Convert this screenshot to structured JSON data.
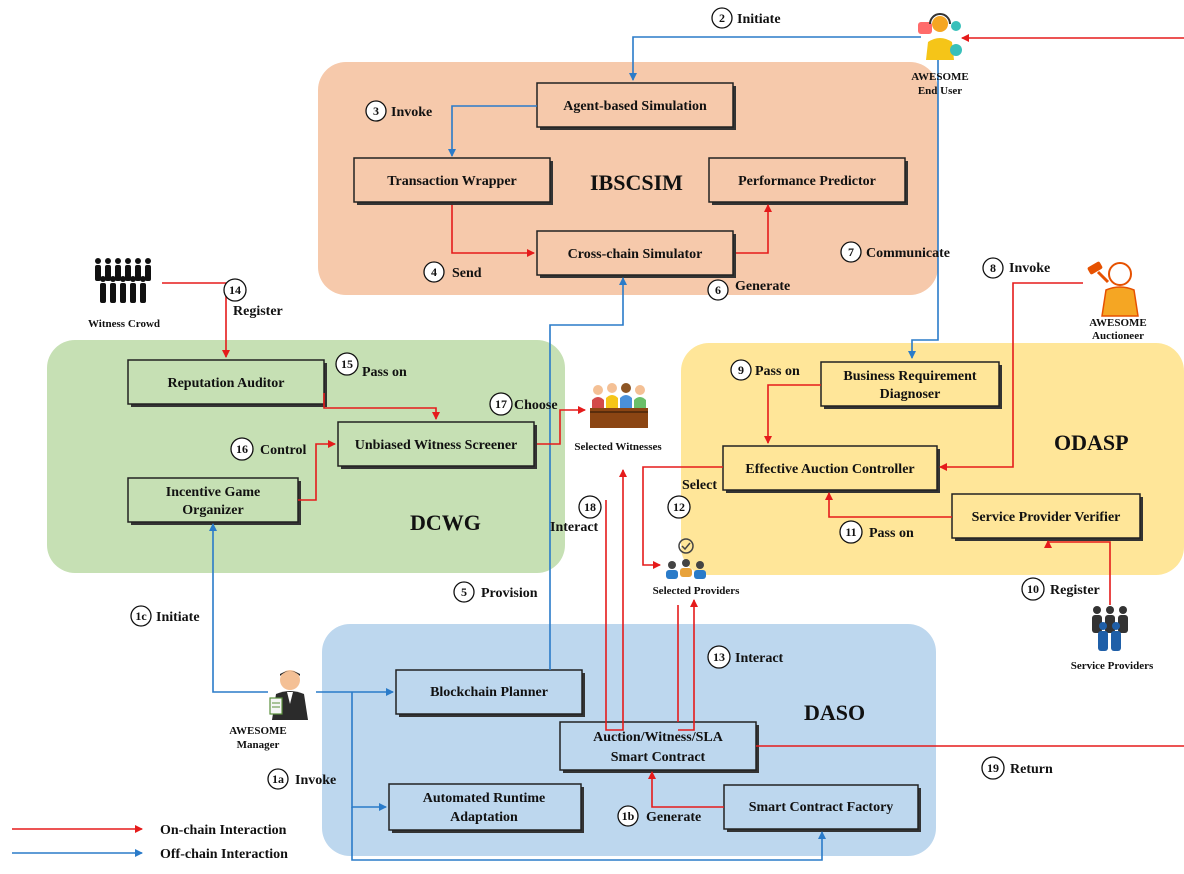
{
  "regions": {
    "ibscsim": {
      "title": "IBSCSIM",
      "color": "#f6c9ab"
    },
    "dcwg": {
      "title": "DCWG",
      "color": "#c6e0b4"
    },
    "odasp": {
      "title": "ODASP",
      "color": "#ffe699"
    },
    "daso": {
      "title": "DASO",
      "color": "#bdd7ee"
    }
  },
  "components": {
    "agent_sim": "Agent-based Simulation",
    "tx_wrapper": "Transaction Wrapper",
    "perf_predictor": "Performance Predictor",
    "cross_chain": "Cross-chain Simulator",
    "rep_auditor": "Reputation Auditor",
    "witness_screener": "Unbiased Witness Screener",
    "incentive_line1": "Incentive Game",
    "incentive_line2": "Organizer",
    "bra_line1": "Business Requirement",
    "bra_line2": "Diagnoser",
    "auction_ctrl": "Effective Auction Controller",
    "sp_verifier": "Service Provider Verifier",
    "bc_planner": "Blockchain Planner",
    "smart_contract_line1": "Auction/Witness/SLA",
    "smart_contract_line2": "Smart Contract",
    "runtime_line1": "Automated Runtime",
    "runtime_line2": "Adaptation",
    "sc_factory": "Smart Contract Factory"
  },
  "actors": {
    "end_user_line1": "AWESOME",
    "end_user_line2": "End User",
    "auctioneer_line1": "AWESOME",
    "auctioneer_line2": "Auctioneer",
    "witness_crowd": "Witness Crowd",
    "manager_line1": "AWESOME",
    "manager_line2": "Manager",
    "service_providers": "Service Providers",
    "selected_witnesses": "Selected Witnesses",
    "selected_providers": "Selected Providers"
  },
  "steps": {
    "s1a": {
      "num": "1a",
      "label": "Invoke"
    },
    "s1b": {
      "num": "1b",
      "label": "Generate"
    },
    "s1c": {
      "num": "1c",
      "label": "Initiate"
    },
    "s2": {
      "num": "2",
      "label": "Initiate"
    },
    "s3": {
      "num": "3",
      "label": "Invoke"
    },
    "s4": {
      "num": "4",
      "label": "Send"
    },
    "s5": {
      "num": "5",
      "label": "Provision"
    },
    "s6": {
      "num": "6",
      "label": "Generate"
    },
    "s7": {
      "num": "7",
      "label": "Communicate"
    },
    "s8": {
      "num": "8",
      "label": "Invoke"
    },
    "s9": {
      "num": "9",
      "label": "Pass on"
    },
    "s10": {
      "num": "10",
      "label": "Register"
    },
    "s11": {
      "num": "11",
      "label": "Pass on"
    },
    "s12": {
      "num": "12",
      "label": "Select"
    },
    "s13": {
      "num": "13",
      "label": "Interact"
    },
    "s14": {
      "num": "14",
      "label": "Register"
    },
    "s15": {
      "num": "15",
      "label": "Pass on"
    },
    "s16": {
      "num": "16",
      "label": "Control"
    },
    "s17": {
      "num": "17",
      "label": "Choose"
    },
    "s18": {
      "num": "18",
      "label": "Interact"
    },
    "s19": {
      "num": "19",
      "label": "Return"
    }
  },
  "legend": {
    "onchain": "On-chain Interaction",
    "offchain": "Off-chain Interaction",
    "onchain_color": "#e51b1b",
    "offchain_color": "#2a7bc9"
  },
  "icons": {
    "end_user": "user-headset-icon",
    "auctioneer": "auctioneer-gavel-icon",
    "witness_crowd": "crowd-icon",
    "manager": "manager-icon",
    "service_providers": "group-icon",
    "selected_witnesses": "jury-icon",
    "selected_providers": "team-check-icon"
  }
}
